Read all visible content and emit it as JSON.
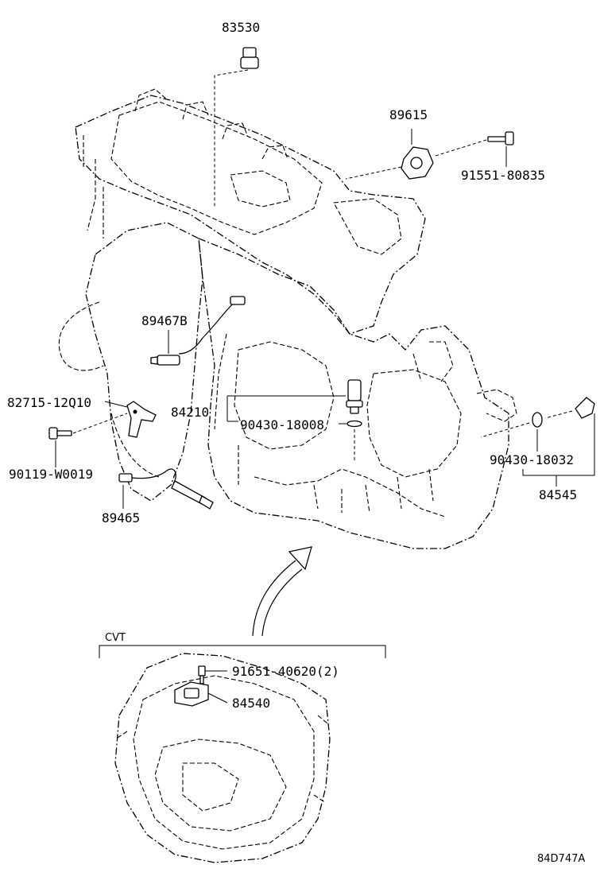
{
  "labels": {
    "p83530": "83530",
    "p89615": "89615",
    "p91551": "91551-80835",
    "p89467b": "89467B",
    "p82715": "82715-12Q10",
    "p84210": "84210",
    "p90430a": "90430-18008",
    "p90119": "90119-W0019",
    "p89465": "89465",
    "p90430b": "90430-18032",
    "p84545": "84545",
    "cvt": "CVT",
    "p91651": "91651-40620(2)",
    "p84540": "84540",
    "ref": "84D747A"
  },
  "icons": [
    "arrow-icon",
    "sensor-icon",
    "bolt-icon",
    "washer-icon"
  ]
}
